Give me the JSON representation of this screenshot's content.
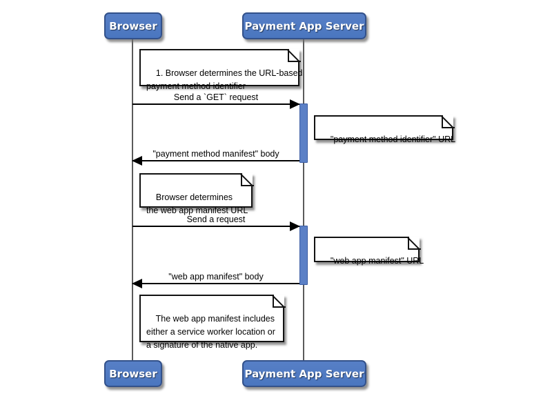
{
  "actors": [
    {
      "label": "Browser"
    },
    {
      "label": "Payment App Server"
    }
  ],
  "messages": [
    {
      "label": "Send a `GET` request",
      "from": "Browser",
      "to": "Payment App Server",
      "direction": "right"
    },
    {
      "label": "\"payment method manifest\" body",
      "from": "Payment App Server",
      "to": "Browser",
      "direction": "left"
    },
    {
      "label": "Send a request",
      "from": "Browser",
      "to": "Payment App Server",
      "direction": "right"
    },
    {
      "label": "\"web app manifest\" body",
      "from": "Payment App Server",
      "to": "Browser",
      "direction": "left"
    }
  ],
  "notes": [
    {
      "text": "1. Browser determines the URL-based\npayment method identifier"
    },
    {
      "text": "\"payment method identifier\" URL"
    },
    {
      "text": "Browser determines\nthe web app manifest URL"
    },
    {
      "text": "\"web app manifest\" URL"
    },
    {
      "text": "The web app manifest includes\neither a service worker location or\na signature of the native app."
    }
  ],
  "colors": {
    "actor_fill": "#4a76bf",
    "actor_border": "#33518a",
    "activation_fill": "#5b80c6",
    "activation_border": "#3b5ca3"
  }
}
